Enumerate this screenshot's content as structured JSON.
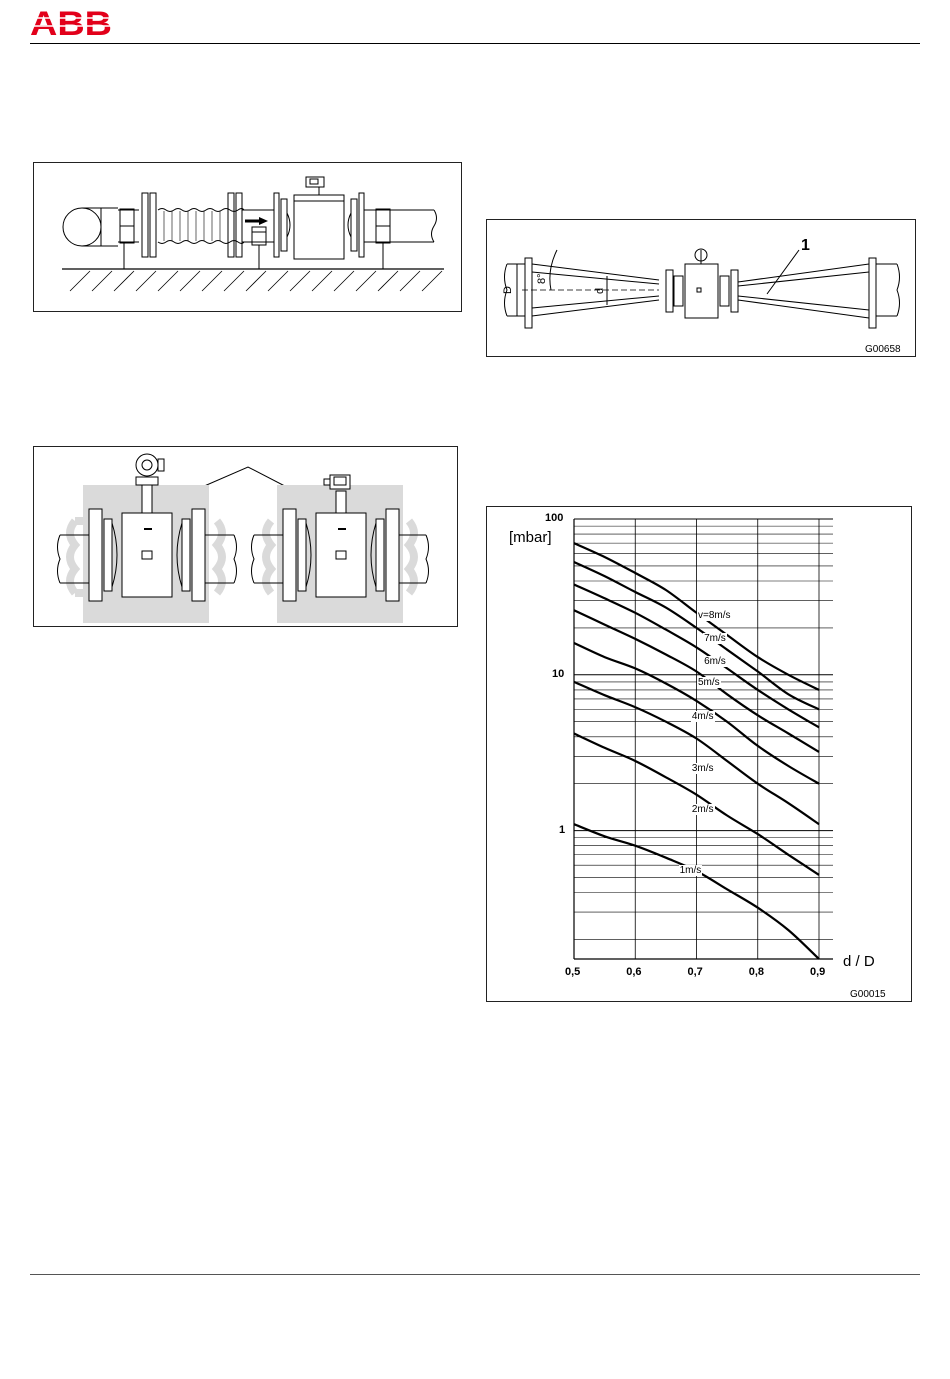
{
  "header": {
    "logo_text": "ABB",
    "brand_color": "#e2001a"
  },
  "figure_nozzle": {
    "callout": "1",
    "code": "G00658",
    "labels": {
      "angle": "8°",
      "outer_diameter": "D",
      "inner_diameter": "d"
    }
  },
  "chart_data": {
    "type": "line",
    "y_scale": "log",
    "ylim": [
      0.15,
      100
    ],
    "xlim": [
      0.5,
      0.9
    ],
    "ylabel": "[mbar]",
    "xlabel": "d / D",
    "code": "G00015",
    "x_ticks": [
      "0,5",
      "0,6",
      "0,7",
      "0,8",
      "0,9"
    ],
    "y_ticks": [
      "1",
      "10",
      "100"
    ],
    "grid": true,
    "x": [
      0.5,
      0.55,
      0.6,
      0.65,
      0.7,
      0.75,
      0.8,
      0.85,
      0.9
    ],
    "series": [
      {
        "name": "v=8m/s",
        "label_at": [
          0.74,
          24
        ],
        "values": [
          70,
          57,
          45,
          35,
          25,
          18,
          13,
          10,
          8
        ]
      },
      {
        "name": "7m/s",
        "label_at": [
          0.75,
          17
        ],
        "values": [
          53,
          43,
          34,
          27,
          20,
          14.5,
          10.5,
          7.5,
          6
        ]
      },
      {
        "name": "6m/s",
        "label_at": [
          0.75,
          12
        ],
        "values": [
          38,
          31,
          25,
          19.5,
          15,
          11,
          8,
          6,
          4.6
        ]
      },
      {
        "name": "5m/s",
        "label_at": [
          0.74,
          8.8
        ],
        "values": [
          26,
          21,
          17,
          13.5,
          10.5,
          7.5,
          5.5,
          4.2,
          3.2
        ]
      },
      {
        "name": "4m/s",
        "label_at": [
          0.73,
          5.4
        ],
        "values": [
          16,
          13,
          11,
          8.8,
          6.8,
          5,
          3.5,
          2.6,
          2
        ]
      },
      {
        "name": "3m/s",
        "label_at": [
          0.73,
          2.5
        ],
        "values": [
          9,
          7.4,
          6.2,
          5,
          3.9,
          2.8,
          2,
          1.5,
          1.1
        ]
      },
      {
        "name": "2m/s",
        "label_at": [
          0.73,
          1.35
        ],
        "values": [
          4.2,
          3.4,
          2.8,
          2.2,
          1.7,
          1.25,
          0.95,
          0.7,
          0.52
        ]
      },
      {
        "name": "1m/s",
        "label_at": [
          0.71,
          0.55
        ],
        "values": [
          1.1,
          0.92,
          0.8,
          0.67,
          0.55,
          0.42,
          0.32,
          0.23,
          0.15
        ]
      }
    ]
  }
}
